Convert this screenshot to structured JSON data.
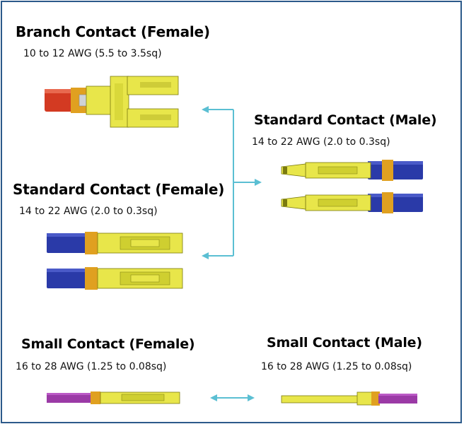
{
  "colors": {
    "frame": "#2c5a8a",
    "arrow": "#5bbfd3",
    "contact_yellow": "#e8e64a",
    "wire_red": "#d33a22",
    "wire_blue": "#2a3aa8",
    "wire_purple": "#9b3aa6",
    "crimp_orange": "#e0a020"
  },
  "contacts": {
    "branch_female": {
      "title": "Branch Contact (Female)",
      "range": "10 to 12 AWG (5.5 to 3.5sq)"
    },
    "standard_male": {
      "title": "Standard Contact (Male)",
      "range": "14 to 22 AWG (2.0 to 0.3sq)"
    },
    "standard_female": {
      "title": "Standard Contact (Female)",
      "range": "14 to 22 AWG (2.0 to 0.3sq)"
    },
    "small_female": {
      "title": "Small Contact (Female)",
      "range": "16 to 28 AWG (1.25 to 0.08sq)"
    },
    "small_male": {
      "title": "Small Contact (Male)",
      "range": "16 to 28 AWG (1.25 to 0.08sq)"
    }
  }
}
